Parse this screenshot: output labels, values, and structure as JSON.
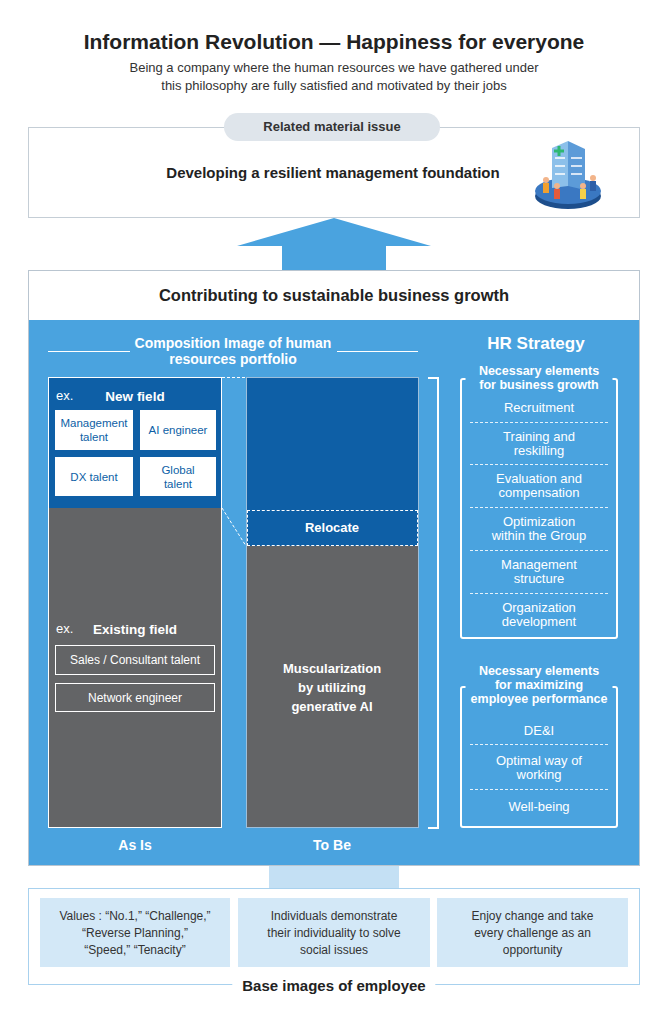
{
  "diagram": {
    "title": "Information Revolution — Happiness for everyone",
    "nodes": [
      {
        "text": [
          "Developing a resilient management foundation"
        ]
      },
      {
        "text": [
          "Related material issue"
        ],
        "in": 0
      },
      {
        "text": [
          "Contributing to sustainable business growth"
        ]
      },
      {
        "text": [
          "Composition Image of human resources portfolio",
          "HR Strategy"
        ],
        "in": 2
      },
      {
        "text": [
          "As Is"
        ],
        "in": 3
      },
      {
        "text": [
          "ex.",
          "New field"
        ],
        "in": 4
      },
      {
        "text": [
          "Management talent"
        ],
        "in": 5
      },
      {
        "text": [
          "AI engineer"
        ],
        "in": 5
      },
      {
        "text": [
          "DX talent"
        ],
        "in": 5
      },
      {
        "text": [
          "Global talent"
        ],
        "in": 5
      },
      {
        "text": [
          "ex.",
          "Existing field"
        ],
        "in": 4
      },
      {
        "text": [
          "Sales / Consultant talent"
        ],
        "in": 10
      },
      {
        "text": [
          "Network engineer"
        ],
        "in": 10
      },
      {
        "text": [
          "To Be"
        ],
        "in": 3
      },
      {
        "text": [
          "Relocate"
        ],
        "in": 13
      },
      {
        "text": [
          "Muscularization by utilizing generative AI"
        ],
        "in": 13
      },
      {
        "text": [
          "Necessary elements for business growth"
        ],
        "in": 3
      },
      {
        "text": [
          "Recruitment"
        ],
        "in": 16
      },
      {
        "text": [
          "Training and reskilling"
        ],
        "in": 16
      },
      {
        "text": [
          "Evaluation and compensation"
        ],
        "in": 16
      },
      {
        "text": [
          "Optimization within the Group"
        ],
        "in": 16
      },
      {
        "text": [
          "Management structure"
        ],
        "in": 16
      },
      {
        "text": [
          "Organization development"
        ],
        "in": 16
      },
      {
        "text": [
          "Necessary elements for maximizing employee performance"
        ],
        "in": 3
      },
      {
        "text": [
          "DE&I"
        ],
        "in": 23
      },
      {
        "text": [
          "Optimal way of working"
        ],
        "in": 23
      },
      {
        "text": [
          "Well-being"
        ],
        "in": 23
      },
      {
        "text": [
          "Base images of employee"
        ]
      },
      {
        "text": [
          "Values : “No.1,” “Challenge,” “Reverse Planning,” “Speed,” “Tenacity”"
        ],
        "in": 27
      },
      {
        "text": [
          "Individuals demonstrate their individuality to solve social issues"
        ],
        "in": 27
      },
      {
        "text": [
          "Enjoy change and take every challenge as an opportunity"
        ],
        "in": 27
      }
    ],
    "edges": [
      {
        "from": 2,
        "to": 0,
        "arrow": "to"
      },
      {
        "from": 27,
        "to": 2,
        "arrow": "none"
      }
    ],
    "labels": [
      "Being a company where the human resources we have gathered under this philosophy are fully satisfied and motivated by their jobs"
    ]
  }
}
